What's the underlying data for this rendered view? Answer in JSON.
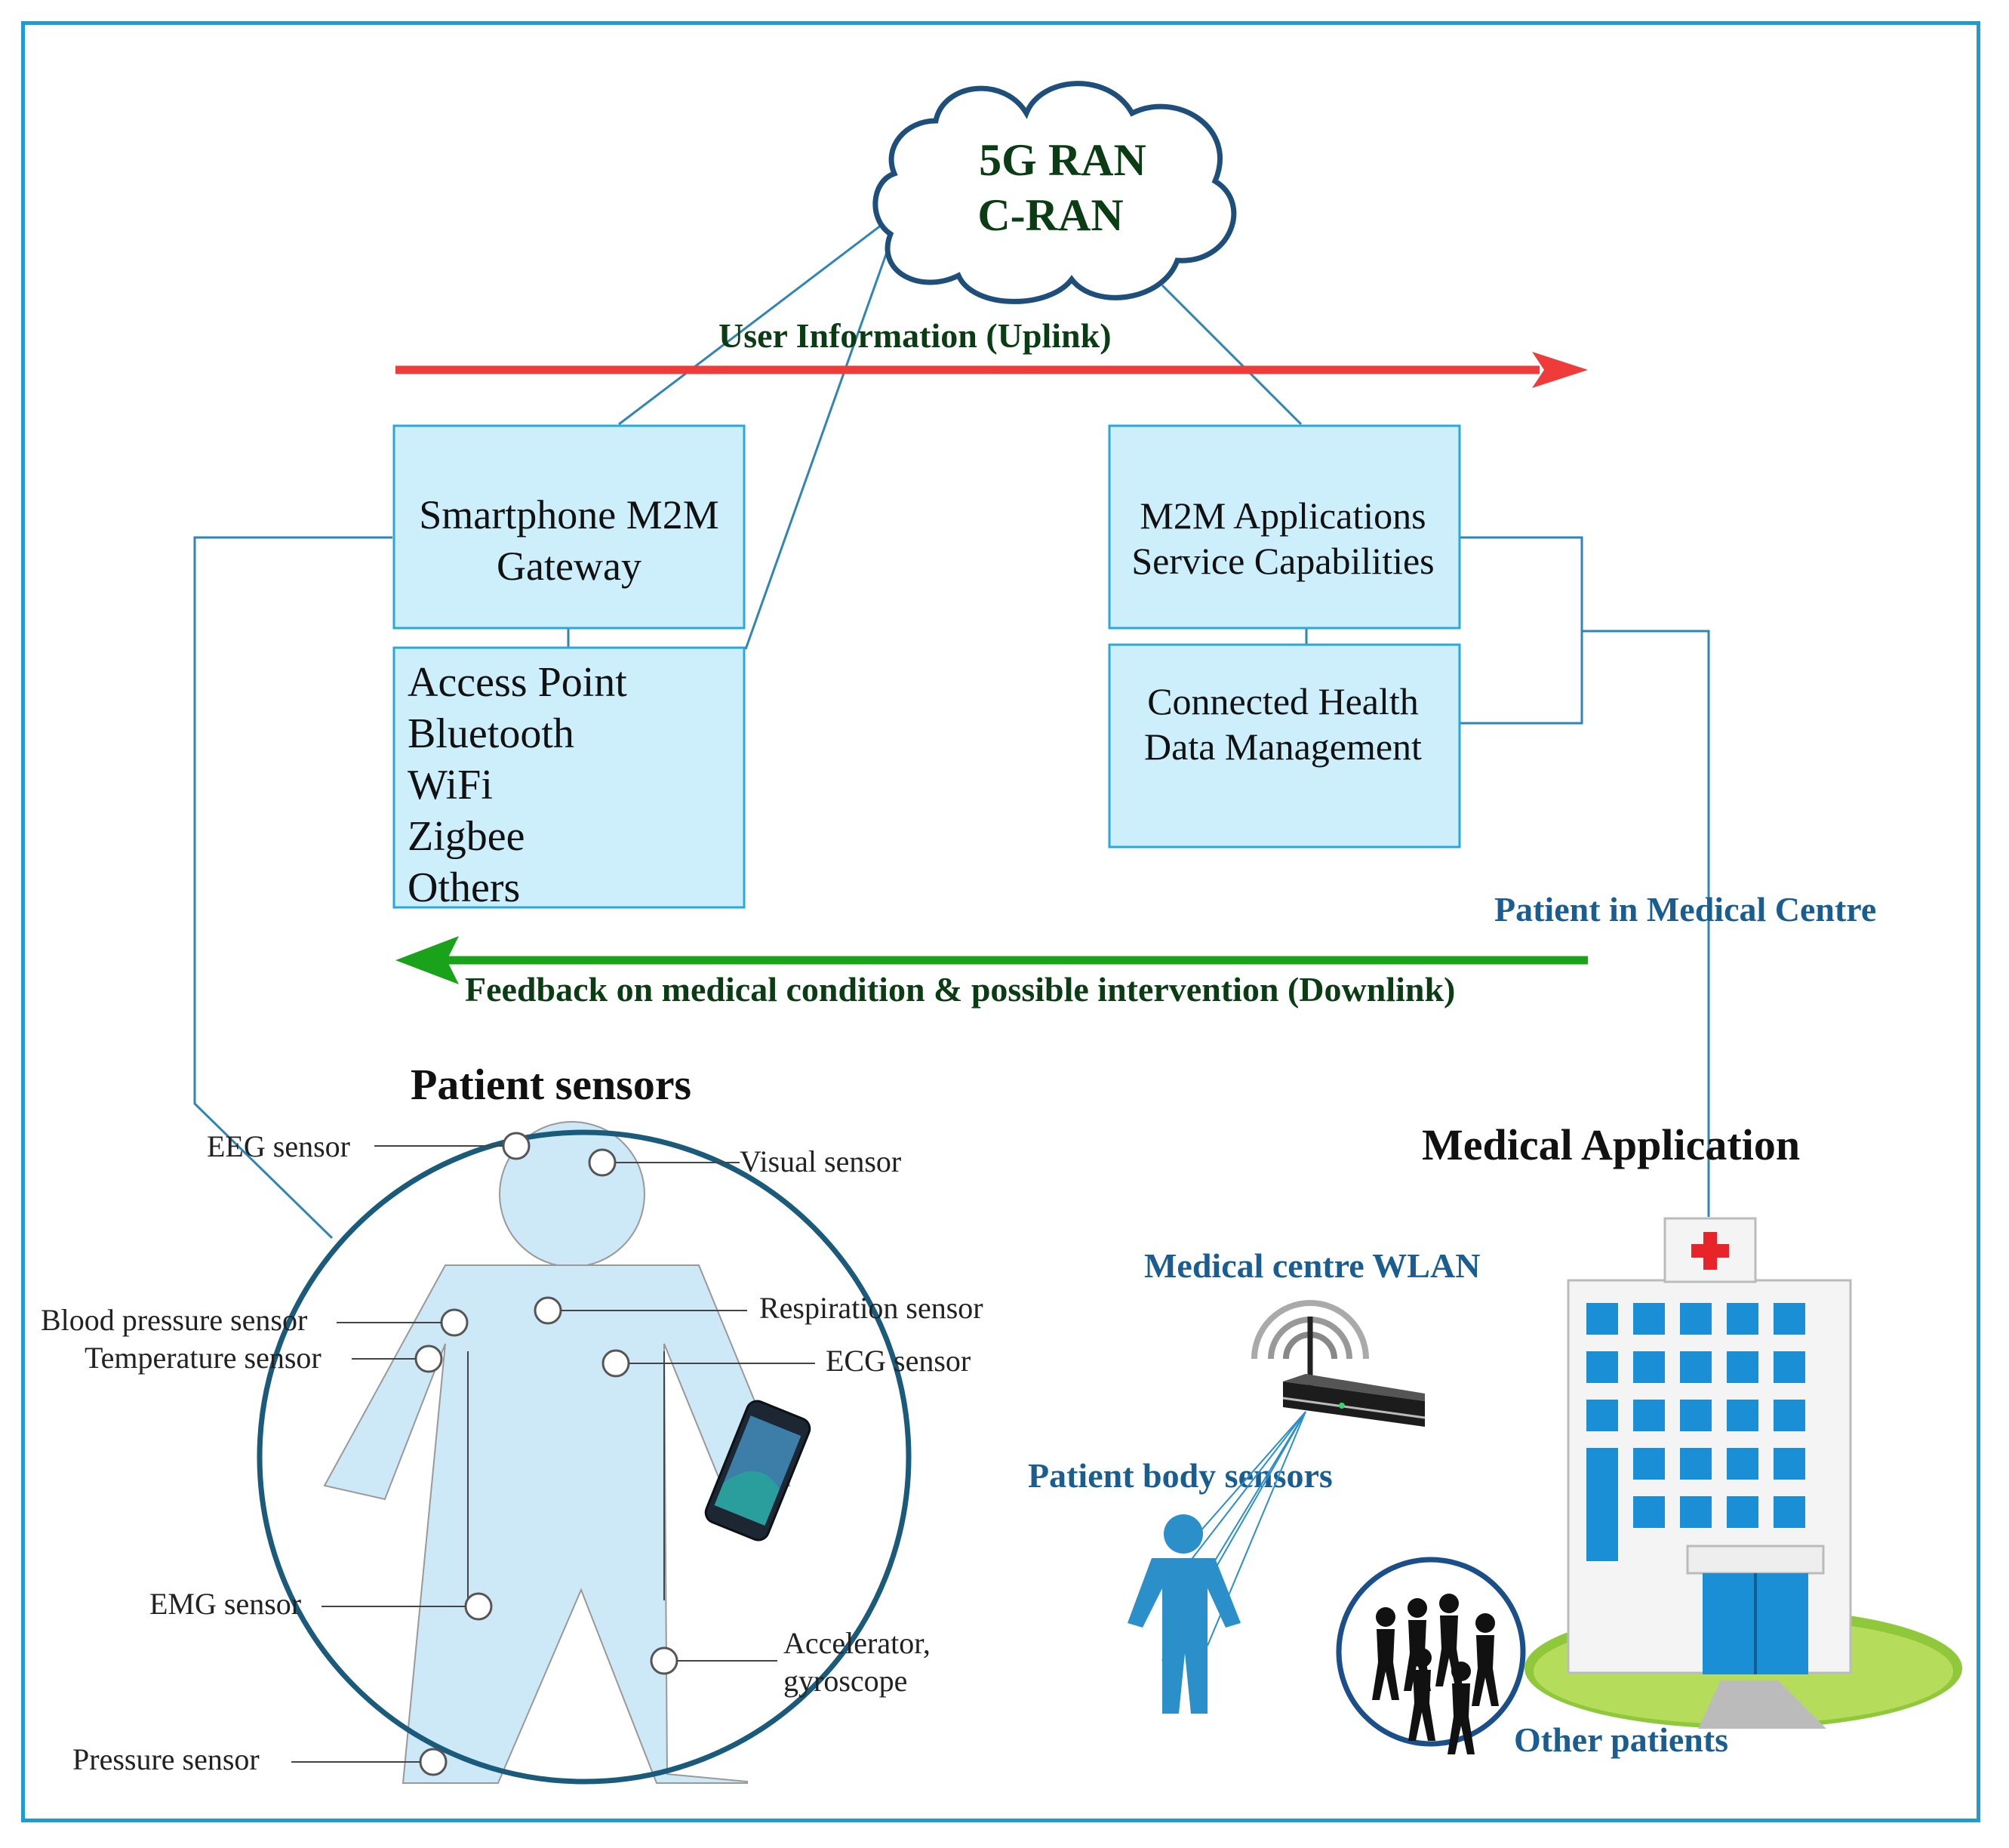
{
  "cloud": {
    "line1": "5G RAN",
    "line2": "C-RAN"
  },
  "uplink_label": "User Information (Uplink)",
  "downlink_label": "Feedback on medical condition & possible intervention (Downlink)",
  "gateway_box": {
    "line1": "Smartphone M2M",
    "line2": "Gateway"
  },
  "access_box": {
    "items": [
      "Access Point",
      "Bluetooth",
      "WiFi",
      "Zigbee",
      "Others"
    ]
  },
  "apps_box": {
    "line1": "M2M Applications",
    "line2": "Service Capabilities"
  },
  "data_box": {
    "line1": "Connected Health",
    "line2": "Data Management"
  },
  "patient_in_centre": "Patient in Medical Centre",
  "patient_sensors_title": "Patient sensors",
  "medical_application_title": "Medical Application",
  "medical_wlan": "Medical centre WLAN",
  "patient_body_sensors": "Patient body sensors",
  "other_patients": "Other patients",
  "sensors_large": {
    "eeg": "EEG sensor",
    "visual": "Visual sensor",
    "bp": "Blood pressure sensor",
    "temp": "Temperature sensor",
    "resp": "Respiration sensor",
    "ecg": "ECG sensor",
    "emg": "EMG sensor",
    "accel1": "Accelerator,",
    "accel2": "gyroscope",
    "pressure": "Pressure sensor"
  },
  "colors": {
    "uplink": "#f03b3b",
    "downlink": "#1aa31a",
    "box_fill": "#cdeefb",
    "frame": "#1e9bd1",
    "body": "#cde9f7",
    "hospital_window": "#1a8fd6"
  }
}
